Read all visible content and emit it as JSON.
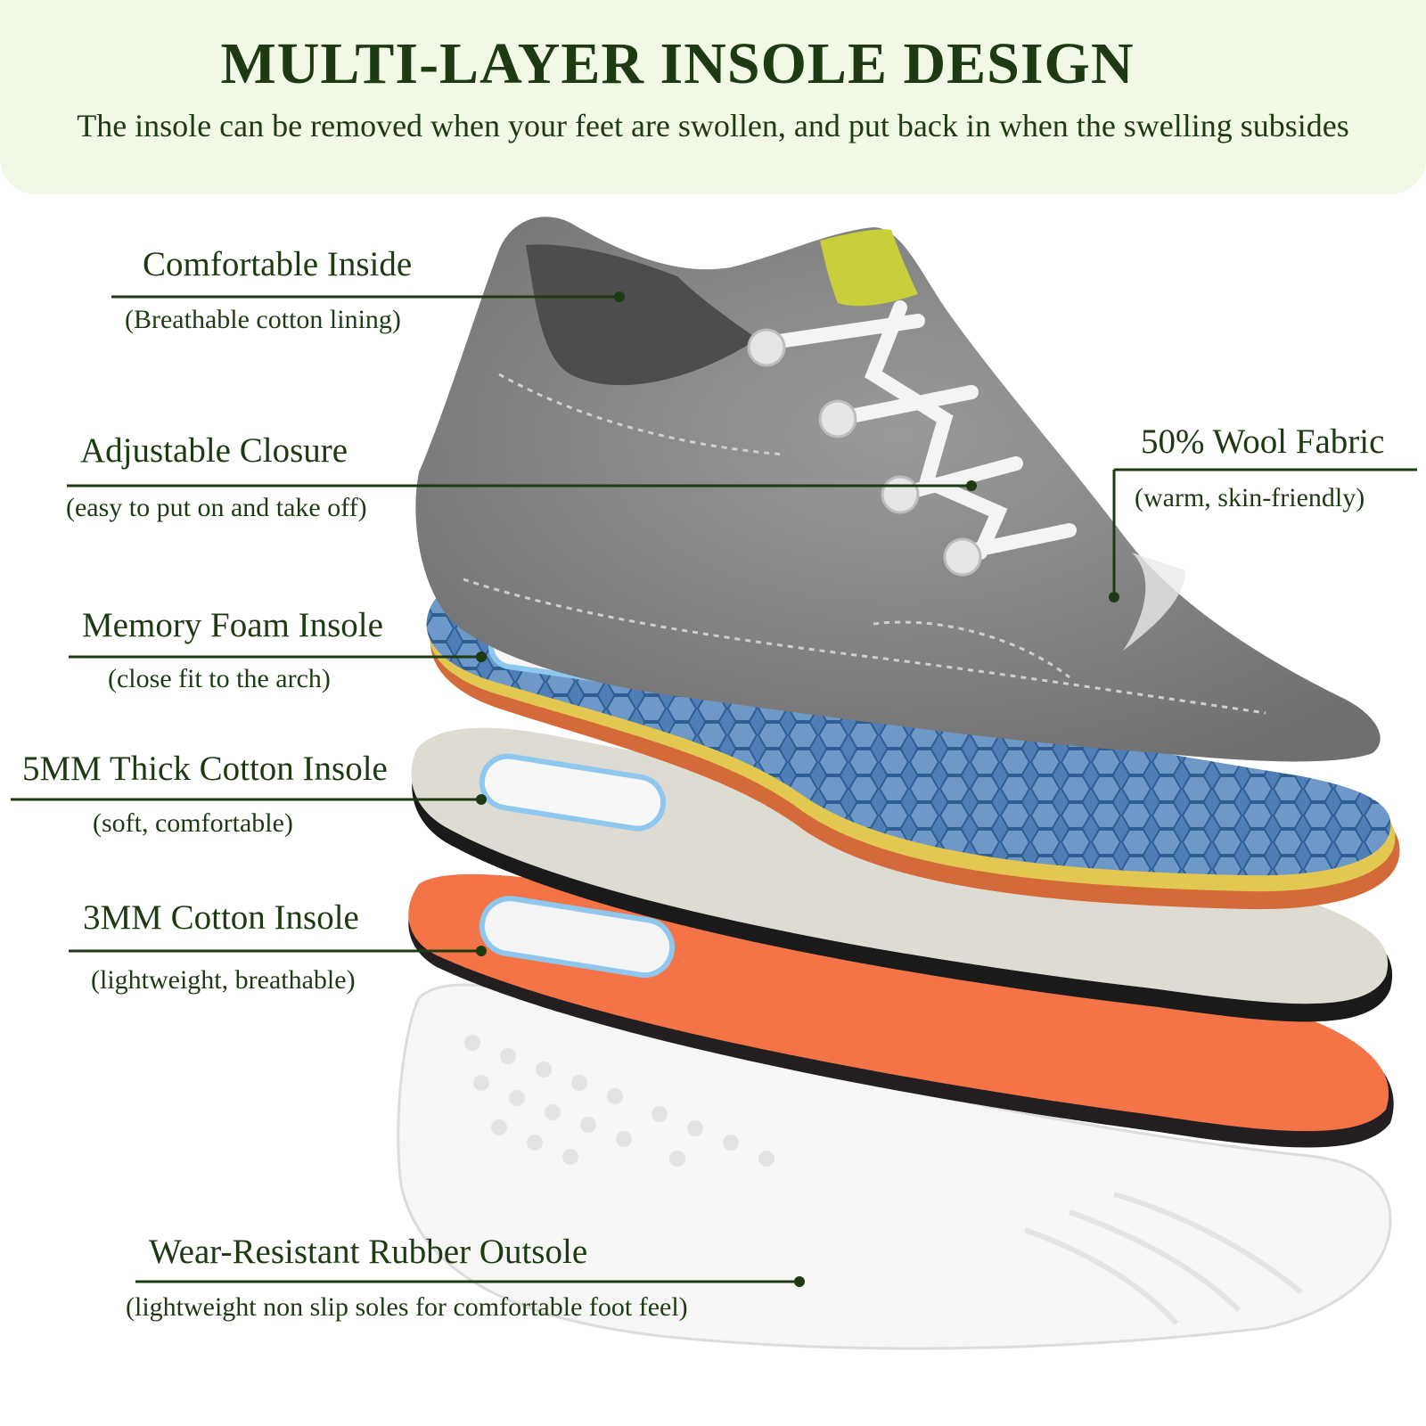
{
  "header": {
    "title": "MULTI-LAYER INSOLE DESIGN",
    "subtitle": "The insole can be removed when your feet are swollen, and put back in when the swelling subsides"
  },
  "callouts": {
    "comfortable_inside": {
      "label": "Comfortable Inside",
      "detail": "(Breathable cotton lining)"
    },
    "adjustable_closure": {
      "label": "Adjustable Closure",
      "detail": "(easy to put on and take off)"
    },
    "wool_fabric": {
      "label": "50% Wool Fabric",
      "detail": "(warm, skin-friendly)"
    },
    "memory_foam": {
      "label": "Memory Foam Insole",
      "detail": "(close fit to the arch)"
    },
    "thick_cotton": {
      "label": "5MM Thick Cotton Insole",
      "detail": "(soft, comfortable)"
    },
    "thin_cotton": {
      "label": "3MM Cotton Insole",
      "detail": "(lightweight, breathable)"
    },
    "outsole": {
      "label": "Wear-Resistant Rubber Outsole",
      "detail": "(lightweight non slip soles for comfortable foot feel)"
    }
  },
  "colors": {
    "header_bg": "#f1f8e6",
    "text": "#1d3a12",
    "shoe_grey": "#8a8a8a",
    "memory_foam_blue": "#4f7fb6",
    "cotton_beige": "#dedbd2",
    "cotton_orange": "#f47448",
    "outsole_white": "#f6f6f6"
  }
}
